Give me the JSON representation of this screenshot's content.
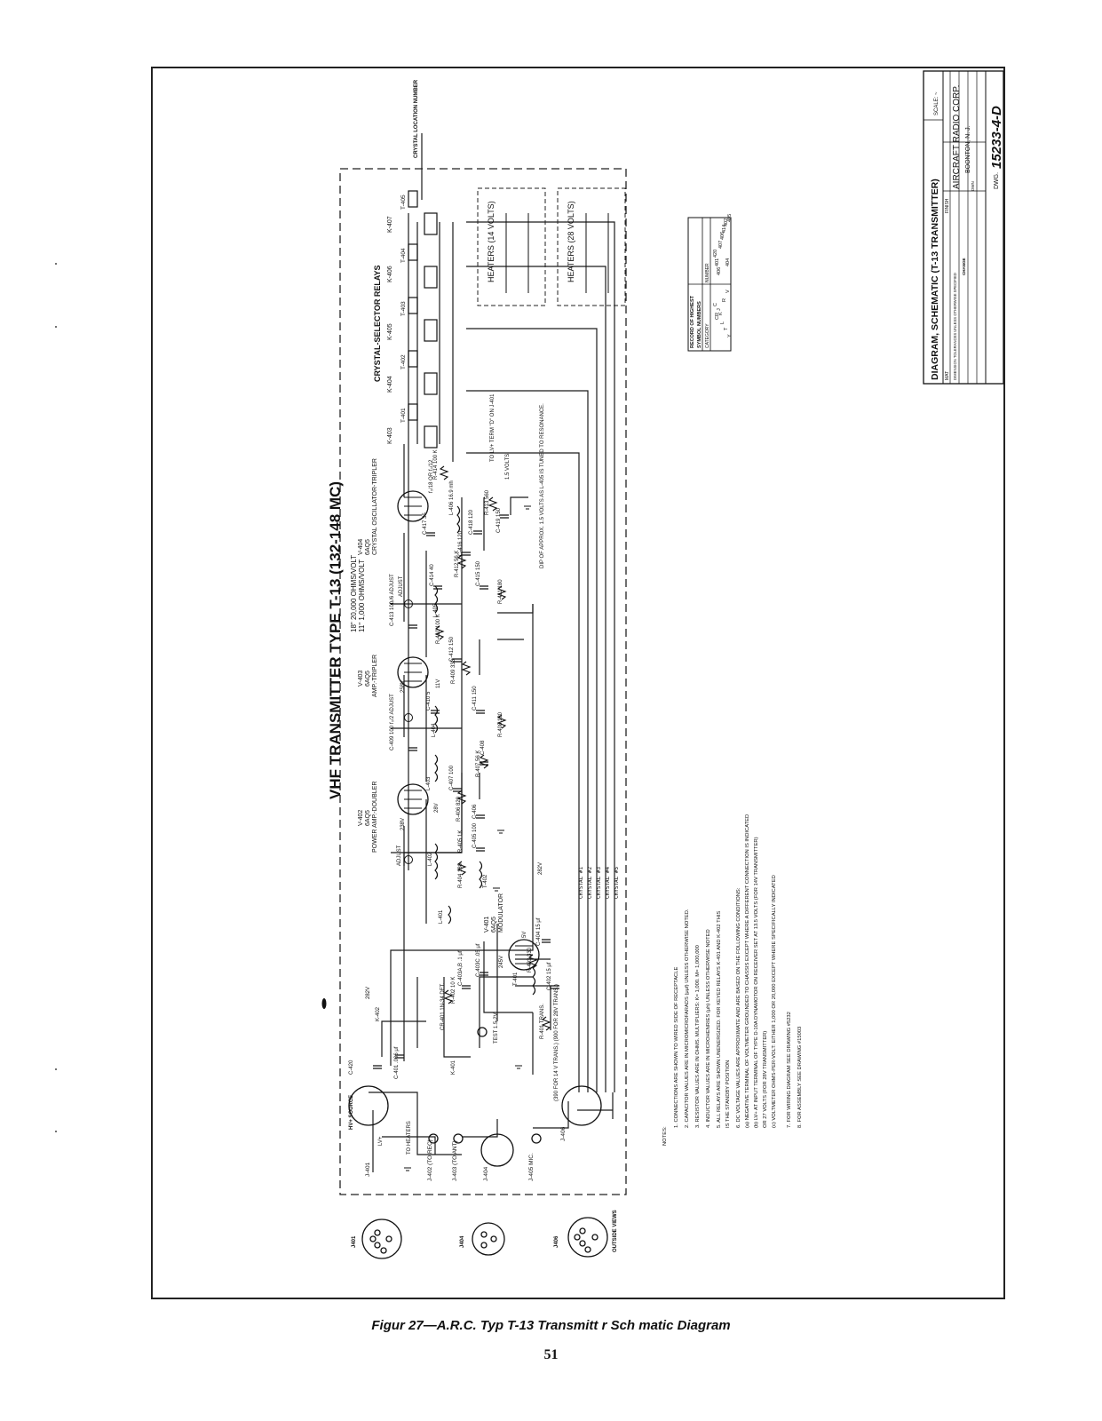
{
  "drawing": {
    "main_title": "VHF TRANSMITTER TYPE T-13  (132-148 MC)",
    "meter_note_line1": "18\" 20,000 OHMS/VOLT",
    "meter_note_line2": "11\" 1,000 OHMS/VOLT",
    "crystal_relays_title": "CRYSTAL-SELECTOR RELAYS",
    "crystal_location": "CRYSTAL LOCATION NUMBER",
    "heaters_14": "HEATERS (14 VOLTS)",
    "heaters_28": "HEATERS (28 VOLTS)",
    "tubes": {
      "v402": [
        "V-402",
        "6AQ5",
        "POWER AMP.-DOUBLER"
      ],
      "v403": [
        "V-403",
        "6AQ5",
        "AMP.-TRIPLER"
      ],
      "v404": [
        "V-404",
        "6AQ5",
        "CRYSTAL OSCILLATOR-TRIPLER"
      ],
      "v401": [
        "V-401",
        "6AQ5",
        "MODULATOR"
      ]
    },
    "relays": [
      "K-403",
      "K-404",
      "K-405",
      "K-406",
      "K-407"
    ],
    "crystals": [
      "T-401",
      "T-402",
      "T-403",
      "T-404",
      "T-405"
    ],
    "crystal_lines": [
      "CRYSTAL #1",
      "CRYSTAL #2",
      "CRYSTAL #3",
      "CRYSTAL #4",
      "CRYSTAL #5"
    ],
    "components": {
      "c420": "C-420",
      "k402": "K-402",
      "k401": "K-401",
      "c401": "C-401 .006 μf",
      "l401": "L-401",
      "l402": "L-402",
      "r404": "R-404 180",
      "r405": "R-405 1K",
      "c405": "C-405 100",
      "r406": "R-406 820",
      "c406": "C-406",
      "l403": "L-403",
      "c407": "C-407 100",
      "r407": "R-407 56 K",
      "c408": "C-408",
      "c409": "C-409 100",
      "l404": "L-404",
      "c410": "C-410 5",
      "c411": "C-411 150",
      "r408": "R-408 180",
      "r409": "R-409 330",
      "c412": "C-412 150",
      "r410": "R-410 100 K",
      "c413": "C-413 100",
      "l405": "L-405",
      "c414": "C-414 40",
      "c415": "C-415 150",
      "r411": "R-411 180",
      "r412": "R-412 56 K",
      "c416": "C-416 120",
      "c417": "C-417 35",
      "l406": "L-406 16.9 mh",
      "r413": "R-413 560",
      "c418": "C-418 120",
      "c419": "C-419 150",
      "r414": "R-414 100 K",
      "t402": "T-402",
      "cr401": "CR-401 1N-34 DET.",
      "r402": "R-402 10 K",
      "c403": "C-403A,B .1 μf",
      "c403c": "C-403C .05 μf",
      "c404": "C-404 15 μf",
      "r403": "R-403 330",
      "c402": "C-402 15 μf",
      "t401": "T-401",
      "r401": "R-401 TRANS.",
      "test": "TEST 1.5-2V",
      "dropping": "(390 FOR 14 V TRANS.) (900 FOR 28V TRANS.)"
    },
    "voltages": [
      "282V",
      "238V",
      "28V",
      "258V",
      "11V",
      "282V",
      "245V",
      "5V"
    ],
    "adjust_labels": [
      "ADJUST",
      "ADJUST",
      "f₀/6 ADJUST",
      "f₀/2 ADJUST"
    ],
    "connectors": {
      "j401": "J-401",
      "j402": "J-402 (TO REC)",
      "j403": "J-403 (TO ANT)",
      "j404": "J-404",
      "j405": "J-405 MIC.",
      "j406": "J-406",
      "hv_source": "HV+ SOURCE",
      "lv": "LV+",
      "to_heaters": "TO HEATERS",
      "to_lv": "TO LV+ TERM \"D\" ON J-401",
      "outside_views": "OUTSIDE VIEWS",
      "view_labels": [
        "J401",
        "J404",
        "J406"
      ]
    },
    "notes_header": "NOTES:",
    "notes": [
      "1.  CONNECTIONS ARE SHOWN TO WIRED SIDE OF RECEPTACLE",
      "2.  CAPACITOR VALUES ARE IN MICROMICROFARADS (μμf) UNLESS OTHERWISE NOTED.",
      "3.  RESISTOR VALUES ARE IN OHMS.  MULTIPLIERS: K= 1,000.  M= 1,000,000",
      "4.  INDUCTOR VALUES ARE IN MICROHENRIES (μh) UNLESS OTHERWISE NOTED",
      "5.  ALL RELAYS ARE SHOWN UNENERGIZED.  FOR KEYED RELAYS K-401 AND K-402 THIS",
      "     IS THE STANDBY POSITION",
      "6.  DC VOLTAGE VALUES ARE APPROXIMATE AND ARE BASED ON THE FOLLOWING CONDITIONS:",
      "     (a) NEGATIVE TERMINAL OF VOLTMETER GROUNDED TO CHASSIS EXCEPT WHERE A DIFFERENT CONNECTION IS INDICATED",
      "     (b) LV+ AT INPUT TERMINAL OF TYPE D-10A DYNAMOTOR ON RECEIVER SET AT 13.5 VOLTS (FOR 14V TRANSMITTER)",
      "          OR 27 VOLTS (FOR 28V TRANSMITTER)",
      "     (c) VOLTMETER OHMS-PER-VOLT: EITHER 1,000 OR 20,000 EXCEPT WHERE SPECIFICALLY INDICATED",
      "7.  FOR WIRING DIAGRAM SEE DRAWING #5232",
      "8.  FOR ASSEMBLY SEE DRAWING #15003"
    ],
    "dip_note": "DIP OF APPROX. 1.5 VOLTS AS L-405 IS TUNED TO RESONANCE.",
    "volts_note": "1.5 VOLTS",
    "freq_note": "f₀/18 OR f₀/12",
    "record_table": {
      "header1": "RECORD OF HIGHEST",
      "header2": "SYMBOL NUMBERS",
      "col_category": "CATEGORY",
      "col_number": "NUMBER",
      "rows": [
        [
          "C",
          "420"
        ],
        [
          "CR",
          "401"
        ],
        [
          "J",
          "406"
        ],
        [
          "K",
          "407"
        ],
        [
          "L",
          "406"
        ],
        [
          "R",
          "414"
        ],
        [
          "T",
          "402"
        ],
        [
          "V",
          "404"
        ],
        [
          "Y",
          "405"
        ]
      ]
    },
    "title_block": {
      "title": "DIAGRAM, SCHEMATIC  (T-13  TRANSMITTER)",
      "scale": "SCALE: ~",
      "company": "AIRCRAFT RADIO CORP.",
      "location": "BOONTON, N. J.",
      "dwg_label": "DWG.",
      "dwg_number": "15233-4-D",
      "mat": "MAT",
      "finish": "FINISH",
      "tolerance": "DIMENSION TOLERANCES UNLESS OTHERWISE SPECIFIED",
      "change": "CHANGE",
      "drawn": "DWN"
    }
  },
  "caption": "Figur  27—A.R.C. Typ  T-13 Transmitt r Sch matic Diagram",
  "page_number": "51"
}
